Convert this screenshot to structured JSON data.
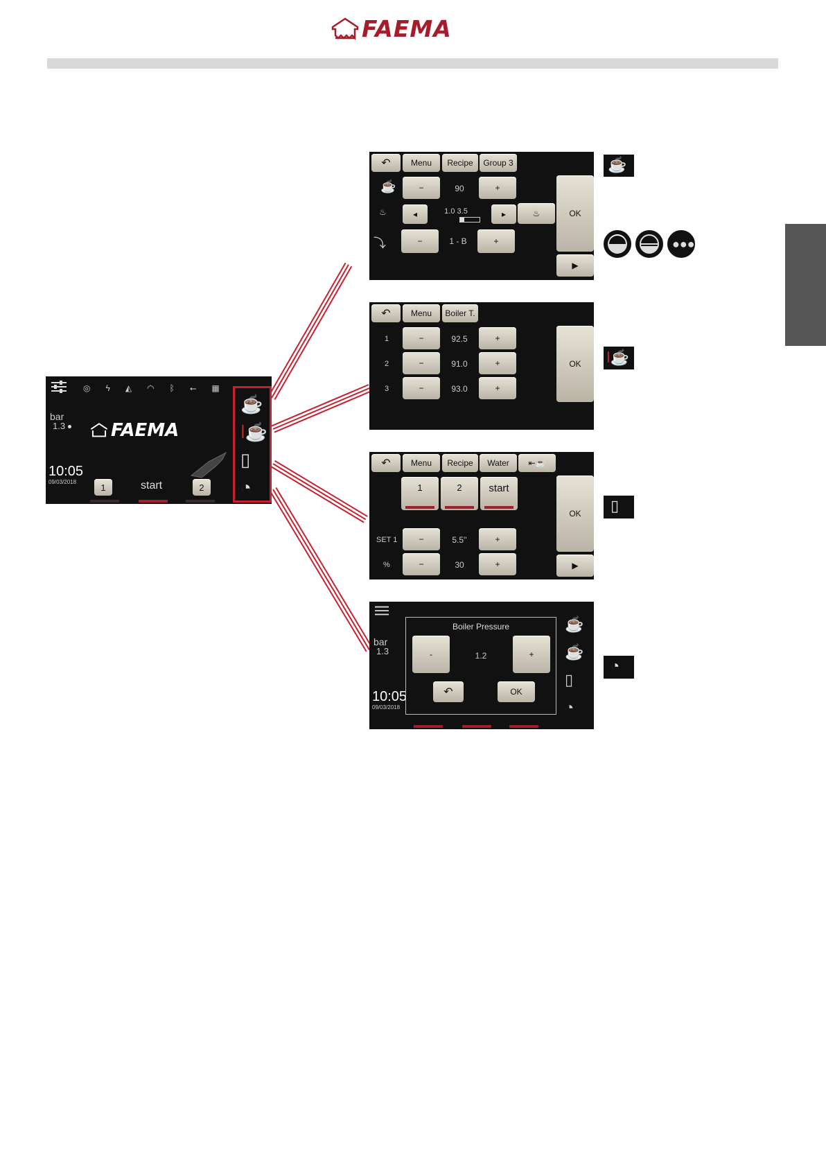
{
  "brand": {
    "name": "FAEMA",
    "color": "#a51d2a"
  },
  "main_screen": {
    "pressure_label": "bar",
    "pressure_value": "1.3",
    "logo": "FAEMA",
    "time": "10:05",
    "date": "09/03/2018",
    "group1": "1",
    "start": "start",
    "group2": "2",
    "status_icons": [
      "settings-sliders-icon",
      "coffee-bean-icon",
      "lightning-icon",
      "grinder-icon",
      "wifi-icon",
      "bluetooth-icon",
      "usb-icon",
      "calculator-icon"
    ],
    "side_icons": [
      "recipe-book-cup-icon",
      "thermometer-cup-icon",
      "recipe-book-jug-icon",
      "gauge-icon"
    ]
  },
  "recipe_screen": {
    "tabs": [
      "Menu",
      "Recipe",
      "Group 3"
    ],
    "dose": "90",
    "range": "1.0  3.5",
    "grinder": "1 - B",
    "minus": "−",
    "plus": "+",
    "ok": "OK"
  },
  "boiler_screen": {
    "tabs": [
      "Menu",
      "Boiler T."
    ],
    "rows": [
      {
        "n": "1",
        "v": "92.5"
      },
      {
        "n": "2",
        "v": "91.0"
      },
      {
        "n": "3",
        "v": "93.0"
      }
    ],
    "minus": "−",
    "plus": "+",
    "ok": "OK"
  },
  "water_screen": {
    "tabs": [
      "Menu",
      "Recipe",
      "Water"
    ],
    "group1": "1",
    "group2": "2",
    "start": "start",
    "set_label": "SET 1",
    "set_value": "5.5''",
    "pct_label": "%",
    "pct_value": "30",
    "minus": "−",
    "plus": "+",
    "ok": "OK"
  },
  "pressure_screen": {
    "pressure_label": "bar",
    "pressure_value": "1.3",
    "time": "10:05",
    "date": "09/03/2018",
    "dialog_title": "Boiler Pressure",
    "minus": "-",
    "value": "1.2",
    "plus": "+",
    "ok": "OK"
  },
  "colors": {
    "accent_red": "#c8202e",
    "screen_bg": "#111111",
    "button": "#d8d4c8"
  }
}
